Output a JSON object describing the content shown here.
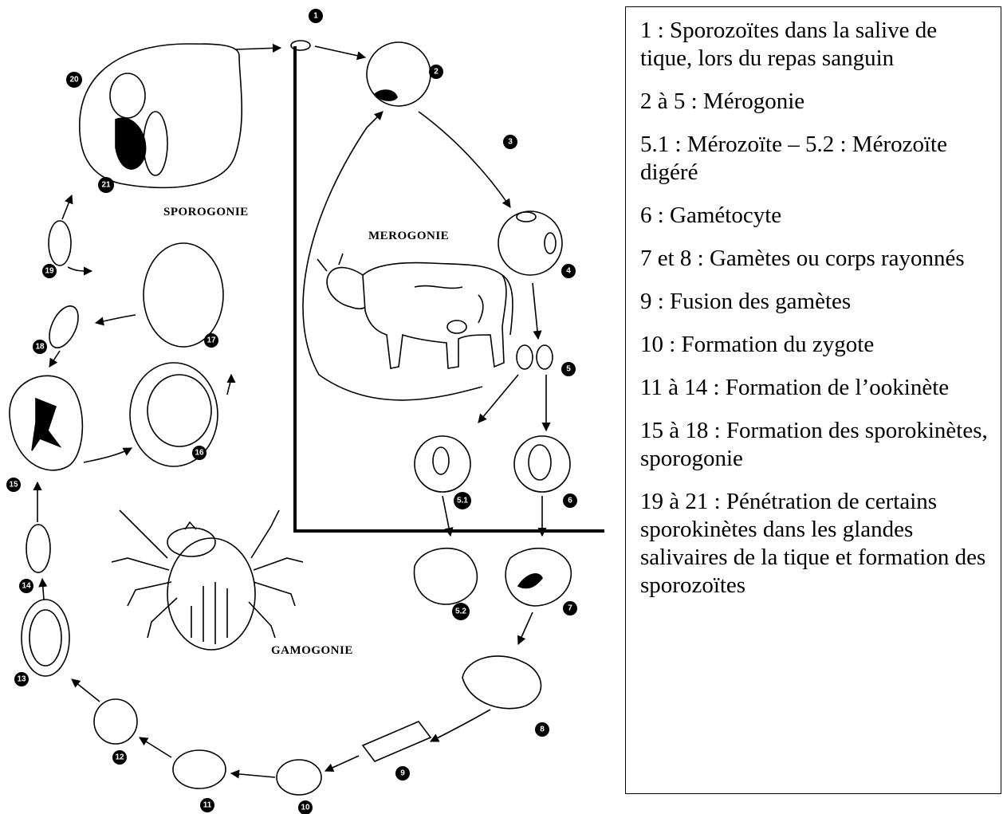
{
  "diagram": {
    "labels": {
      "sporogonie": "SPOROGONIE",
      "merogonie": "MEROGONIE",
      "gamogonie": "GAMOGONIE"
    },
    "stage_numbers": [
      "1",
      "2",
      "3",
      "4",
      "5",
      "5.1",
      "5.2",
      "6",
      "7",
      "8",
      "9",
      "10",
      "11",
      "12",
      "13",
      "14",
      "15",
      "16",
      "17",
      "18",
      "19",
      "20",
      "21"
    ]
  },
  "legend": {
    "items": [
      "1 : Sporozoïtes dans la salive de tique, lors du repas sanguin",
      " 2 à 5 : Mérogonie",
      " 5.1 : Mérozoïte  – 5.2 : Mérozoïte digéré",
      "6 : Gamétocyte",
      " 7 et 8 : Gamètes ou corps rayonnés",
      "9 : Fusion des gamètes",
      "10 : Formation du zygote",
      "11 à 14 : Formation de l’ookinète",
      "15 à 18 : Formation des sporokinètes, sporogonie",
      "19 à 21 : Pénétration de certains sporokinètes dans les glandes salivaires de la tique et formation des sporozoïtes"
    ]
  }
}
